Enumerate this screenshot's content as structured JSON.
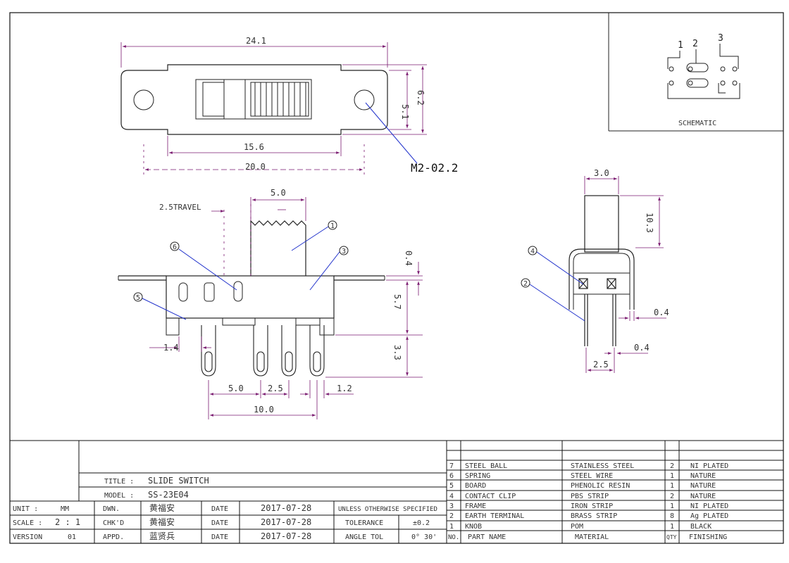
{
  "colors": {
    "outline": "#222222",
    "dimension": "#7a1a70",
    "leader": "#2233cc",
    "frame": "#111111"
  },
  "top_view": {
    "overall_length": "24.1",
    "height_5_1": "5.1",
    "height_6_2": "6.2",
    "width_15_6": "15.6",
    "width_20_0": "20.0",
    "hole_label": "M2-02.2"
  },
  "front_view": {
    "travel_label": "2.5TRAVEL",
    "knob_width": "5.0",
    "dim_0_4": "0.4",
    "dim_5_7": "5.7",
    "dim_3_3": "3.3",
    "dim_1_4": "1.4",
    "pitch_5_0": "5.0",
    "pitch_2_5": "2.5",
    "dim_1_2": "1.2",
    "span_10_0": "10.0",
    "balloons": [
      "1",
      "3",
      "5",
      "6"
    ]
  },
  "side_view": {
    "knob_width": "3.0",
    "knob_height": "10.3",
    "dim_0_4_a": "0.4",
    "dim_0_4_b": "0.4",
    "pin_pitch": "2.5",
    "balloons": [
      "2",
      "4"
    ]
  },
  "schematic": {
    "pins": [
      "1",
      "2",
      "3"
    ],
    "label": "SCHEMATIC"
  },
  "title_block": {
    "title_label": "TITLE  :",
    "title_value": "SLIDE SWITCH",
    "model_label": "MODEL  :",
    "model_value": "SS-23E04",
    "rows": [
      {
        "key": "UNIT   :",
        "keyval": "MM",
        "role": "DWN.",
        "name": "黄福安",
        "date_label": "DATE",
        "date": "2017-07-28",
        "note": "UNLESS OTHERWISE SPECIFIED",
        "note_val": ""
      },
      {
        "key": "SCALE  :",
        "keyval": "2 : 1",
        "role": "CHK'D",
        "name": "黄福安",
        "date_label": "DATE",
        "date": "2017-07-28",
        "note": "TOLERANCE",
        "note_val": "±0.2"
      },
      {
        "key": "VERSION",
        "keyval": "01",
        "role": "APPD.",
        "name": "蓝贤兵",
        "date_label": "DATE",
        "date": "2017-07-28",
        "note": "ANGLE TOL",
        "note_val": "0° 30'"
      }
    ]
  },
  "bom": {
    "rows": [
      {
        "no": "7",
        "part": "STEEL BALL",
        "material": "STAINLESS STEEL",
        "qty": "2",
        "finish": "NI PLATED"
      },
      {
        "no": "6",
        "part": "SPRING",
        "material": "STEEL WIRE",
        "qty": "1",
        "finish": "NATURE"
      },
      {
        "no": "5",
        "part": "BOARD",
        "material": "PHENOLIC RESIN",
        "qty": "1",
        "finish": "NATURE"
      },
      {
        "no": "4",
        "part": "CONTACT CLIP",
        "material": "PBS STRIP",
        "qty": "2",
        "finish": "NATURE"
      },
      {
        "no": "3",
        "part": "FRAME",
        "material": "IRON STRIP",
        "qty": "1",
        "finish": "NI PLATED"
      },
      {
        "no": "2",
        "part": "EARTH TERMINAL",
        "material": "BRASS STRIP",
        "qty": "8",
        "finish": "Ag PLATED"
      },
      {
        "no": "1",
        "part": "KNOB",
        "material": "POM",
        "qty": "1",
        "finish": "BLACK"
      }
    ],
    "header": {
      "no": "NO.",
      "part": "PART  NAME",
      "material": "MATERIAL",
      "qty": "QTY",
      "finish": "FINISHING"
    }
  }
}
